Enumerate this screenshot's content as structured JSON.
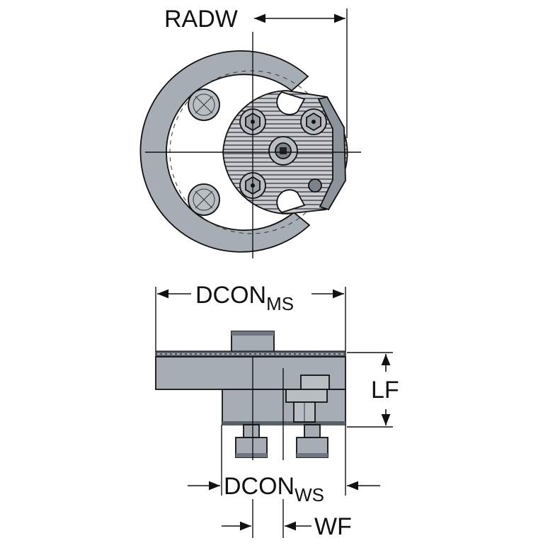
{
  "figure": {
    "description_title": "Tool holder front and side views with dimensions"
  },
  "labels": {
    "radw": "RADW",
    "dcon_ms_main": "DCON",
    "dcon_ms_sub": "MS",
    "lf": "LF",
    "dcon_ws_main": "DCON",
    "dcon_ws_sub": "WS",
    "wf": "WF"
  },
  "colors": {
    "body_fill": "#a7adb5",
    "body_dark": "#6f767f",
    "serration_fill": "#c8ccd2",
    "line": "#111111",
    "background": "#ffffff"
  }
}
